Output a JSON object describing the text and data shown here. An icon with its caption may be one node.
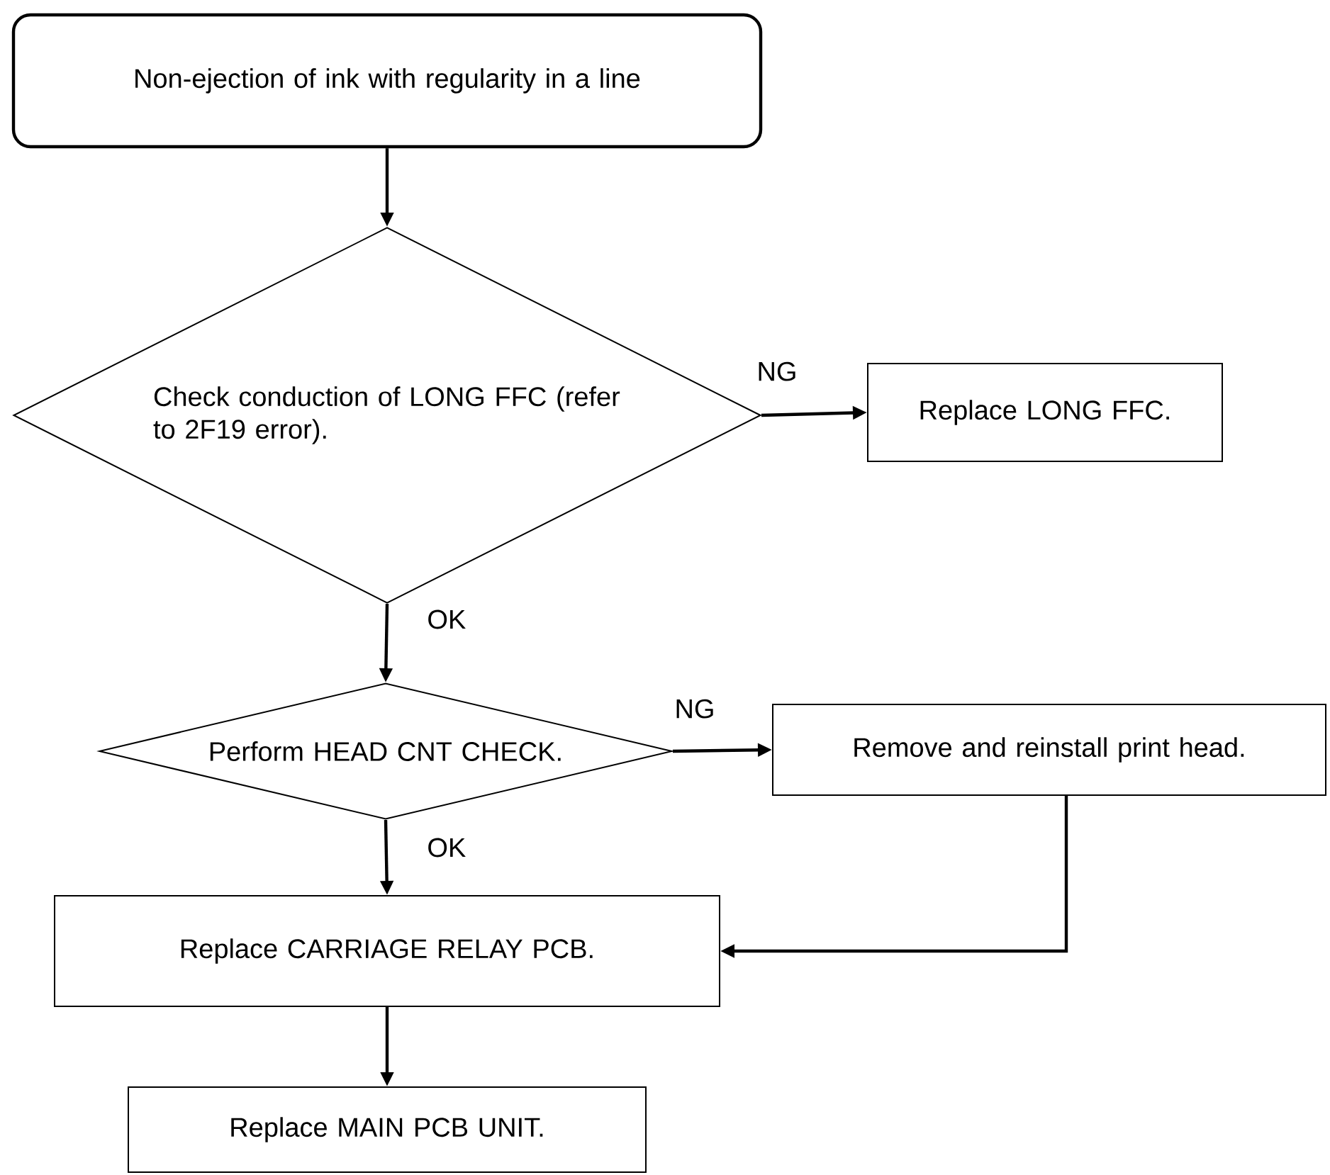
{
  "diagram": {
    "nodes": [
      {
        "text": [
          "Non-ejection of ink with regularity in a line"
        ]
      },
      {
        "text": [
          "Check conduction of LONG FFC (refer to 2F19 error)."
        ]
      },
      {
        "text": [
          "Replace LONG FFC."
        ]
      },
      {
        "text": [
          "Perform HEAD CNT CHECK."
        ]
      },
      {
        "text": [
          "Remove and reinstall print head."
        ]
      },
      {
        "text": [
          "Replace CARRIAGE RELAY PCB."
        ]
      },
      {
        "text": [
          "Replace MAIN PCB UNIT."
        ]
      }
    ],
    "edges": [
      {
        "from": 0,
        "to": 1,
        "arrow": "to"
      },
      {
        "from": 1,
        "to": 2,
        "arrow": "to",
        "label": "NG"
      },
      {
        "from": 1,
        "to": 3,
        "arrow": "to",
        "label": "OK"
      },
      {
        "from": 3,
        "to": 4,
        "arrow": "to",
        "label": "NG"
      },
      {
        "from": 3,
        "to": 5,
        "arrow": "to",
        "label": "OK"
      },
      {
        "from": 4,
        "to": 5,
        "arrow": "to"
      },
      {
        "from": 5,
        "to": 6,
        "arrow": "to"
      }
    ]
  }
}
